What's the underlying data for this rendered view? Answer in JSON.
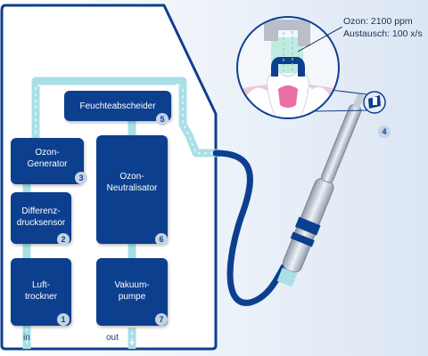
{
  "callout": {
    "ozone": "Ozon: 2100 ppm",
    "exchange": "Austausch: 100 x/s"
  },
  "components": [
    {
      "id": "trockner",
      "label": "Luft-\ntrockner",
      "number": "1"
    },
    {
      "id": "sensor",
      "label": "Differenz-\ndrucksensor",
      "number": "2"
    },
    {
      "id": "generator",
      "label": "Ozon-\nGenerator",
      "number": "3"
    },
    {
      "id": "handstueck",
      "label": "",
      "number": "4"
    },
    {
      "id": "abscheider",
      "label": "Feuchteabscheider",
      "number": "5"
    },
    {
      "id": "neutralisator",
      "label": "Ozon-\nNeutralisator",
      "number": "6"
    },
    {
      "id": "pumpe",
      "label": "Vakuum-\npumpe",
      "number": "7"
    }
  ],
  "ports": {
    "in": "in",
    "out": "out"
  },
  "colors": {
    "device_blue": "#0d3f8f",
    "flow_cyan": "#a9dfe6",
    "housing_outline": "#0d3f8f",
    "badge_fill": "#c5d3e6"
  }
}
